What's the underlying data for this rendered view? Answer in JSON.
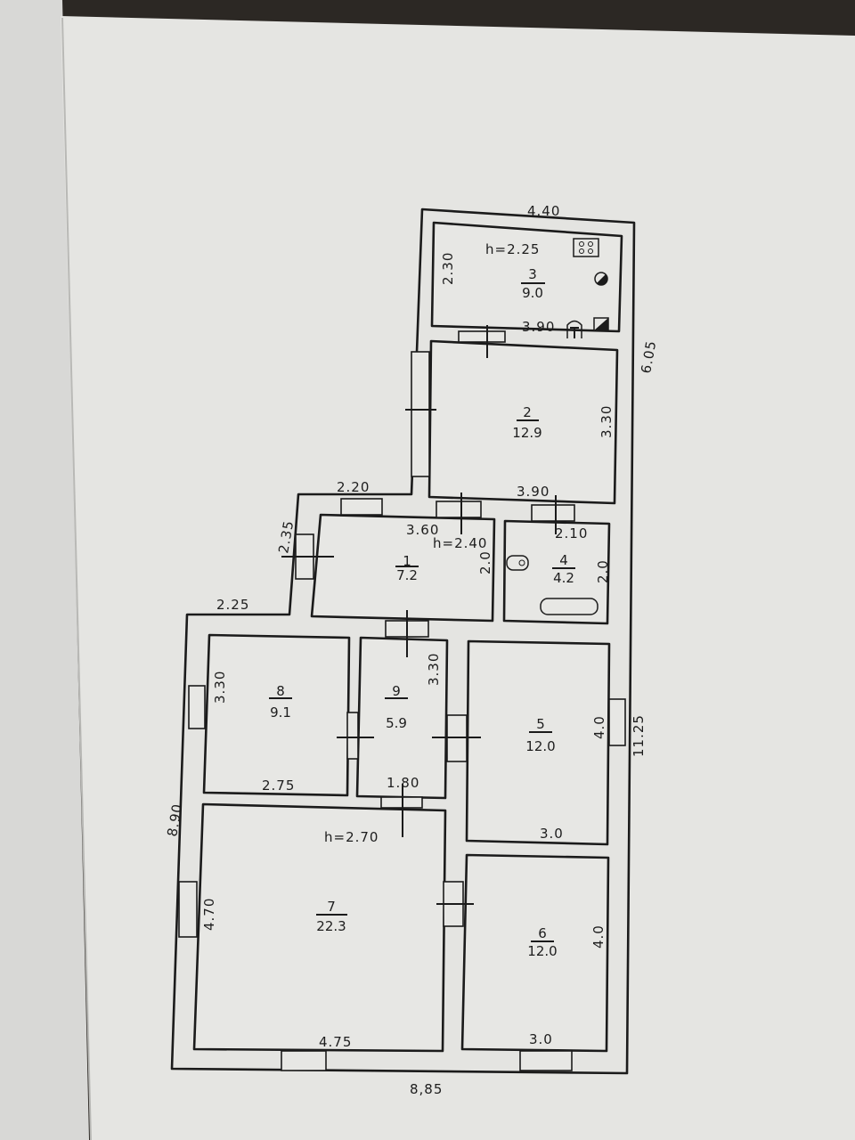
{
  "plan": {
    "outer_dims": {
      "top": "4.40",
      "right_upper": "6.05",
      "right_lower": "11.25",
      "bottom": "8,85",
      "left": "8.90",
      "step_left": "2.25",
      "step_vertical": "2.35",
      "step_top": "2.20",
      "mid_top": "3.90"
    },
    "rooms": [
      {
        "number": "1",
        "area": "7.2",
        "height": "h=2.40",
        "width": "3.60",
        "depth": "2.0"
      },
      {
        "number": "2",
        "area": "12.9",
        "depth": "3.30"
      },
      {
        "number": "3",
        "area": "9.0",
        "height": "h=2.25",
        "width": "3.90",
        "depth": "2.30"
      },
      {
        "number": "4",
        "area": "4.2",
        "width": "2.10",
        "depth": "2.0"
      },
      {
        "number": "5",
        "area": "12.0",
        "width": "3.0",
        "depth": "4.0"
      },
      {
        "number": "6",
        "area": "12.0",
        "width": "3.0",
        "depth": "4.0"
      },
      {
        "number": "7",
        "area": "22.3",
        "height": "h=2.70",
        "width": "4.75",
        "depth": "4.70"
      },
      {
        "number": "8",
        "area": "9.1",
        "width": "2.75",
        "depth": "3.30"
      },
      {
        "number": "9",
        "area": "5.9",
        "width": "1.80",
        "depth": "3.30"
      }
    ]
  }
}
